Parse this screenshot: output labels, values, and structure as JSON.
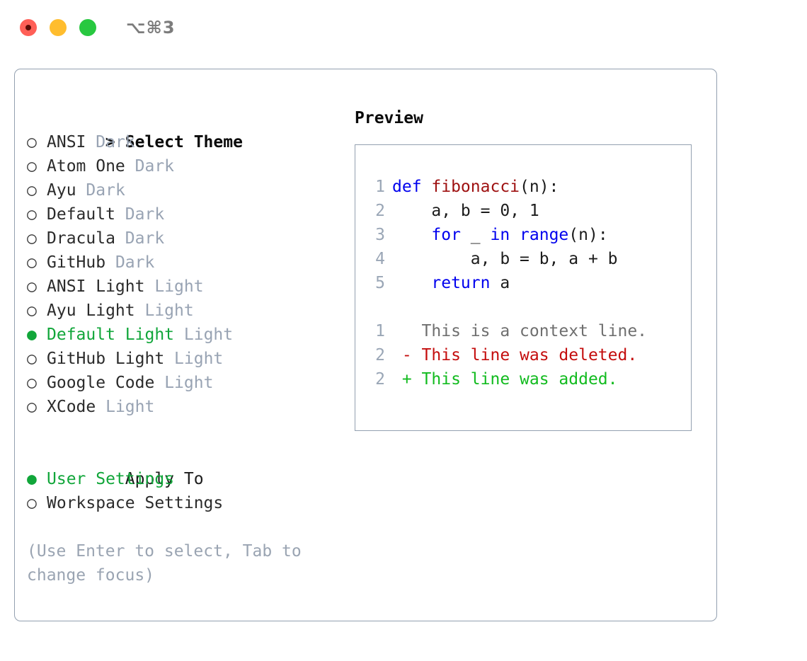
{
  "titlebar": {
    "shortcut": "⌥⌘3",
    "buttons": [
      {
        "name": "close",
        "color": "#ff5f57"
      },
      {
        "name": "minimize",
        "color": "#ffbd2e"
      },
      {
        "name": "zoom",
        "color": "#28c840"
      }
    ]
  },
  "theme_list": {
    "header": "Select Theme",
    "header_marker": ">",
    "marker_selected": "●",
    "marker_unselected": "○",
    "items": [
      {
        "label": "ANSI",
        "tag": "Dark",
        "selected": false
      },
      {
        "label": "Atom One",
        "tag": "Dark",
        "selected": false
      },
      {
        "label": "Ayu",
        "tag": "Dark",
        "selected": false
      },
      {
        "label": "Default",
        "tag": "Dark",
        "selected": false
      },
      {
        "label": "Dracula",
        "tag": "Dark",
        "selected": false
      },
      {
        "label": "GitHub",
        "tag": "Dark",
        "selected": false
      },
      {
        "label": "ANSI Light",
        "tag": "Light",
        "selected": false
      },
      {
        "label": "Ayu Light",
        "tag": "Light",
        "selected": false
      },
      {
        "label": "Default Light",
        "tag": "Light",
        "selected": true
      },
      {
        "label": "GitHub Light",
        "tag": "Light",
        "selected": false
      },
      {
        "label": "Google Code",
        "tag": "Light",
        "selected": false
      },
      {
        "label": "XCode",
        "tag": "Light",
        "selected": false
      }
    ]
  },
  "apply_to": {
    "title": "Apply To",
    "items": [
      {
        "label": "User Settings",
        "selected": true
      },
      {
        "label": "Workspace Settings",
        "selected": false
      }
    ]
  },
  "hint": "(Use Enter to select, Tab to change focus)",
  "preview": {
    "title": "Preview",
    "code_lines": [
      {
        "num": "1",
        "tokens": [
          {
            "t": "def ",
            "c": "kw"
          },
          {
            "t": "fibonacci",
            "c": "fn"
          },
          {
            "t": "(n):",
            "c": "pl"
          }
        ]
      },
      {
        "num": "2",
        "tokens": [
          {
            "t": "    a, b = 0, 1",
            "c": "pl"
          }
        ]
      },
      {
        "num": "3",
        "tokens": [
          {
            "t": "    ",
            "c": "pl"
          },
          {
            "t": "for",
            "c": "kw"
          },
          {
            "t": " _ ",
            "c": "pl"
          },
          {
            "t": "in",
            "c": "kw"
          },
          {
            "t": " ",
            "c": "pl"
          },
          {
            "t": "range",
            "c": "kw"
          },
          {
            "t": "(n):",
            "c": "pl"
          }
        ]
      },
      {
        "num": "4",
        "tokens": [
          {
            "t": "        a, b = b, a + b",
            "c": "pl"
          }
        ]
      },
      {
        "num": "5",
        "tokens": [
          {
            "t": "    ",
            "c": "pl"
          },
          {
            "t": "return",
            "c": "kw"
          },
          {
            "t": " a",
            "c": "pl"
          }
        ]
      }
    ],
    "diff_lines": [
      {
        "num": "1",
        "sign": " ",
        "text": "This is a context line.",
        "kind": "ctx"
      },
      {
        "num": "2",
        "sign": "-",
        "text": "This line was deleted.",
        "kind": "del"
      },
      {
        "num": "2",
        "sign": "+",
        "text": "This line was added.",
        "kind": "add"
      }
    ]
  },
  "colors": {
    "accent_green": "#11a63a",
    "muted": "#98a3b3",
    "border": "#93a0b0",
    "keyword": "#0000ee",
    "function": "#9e1010",
    "diff_added": "#12bb1f",
    "diff_deleted": "#c40d0d"
  }
}
